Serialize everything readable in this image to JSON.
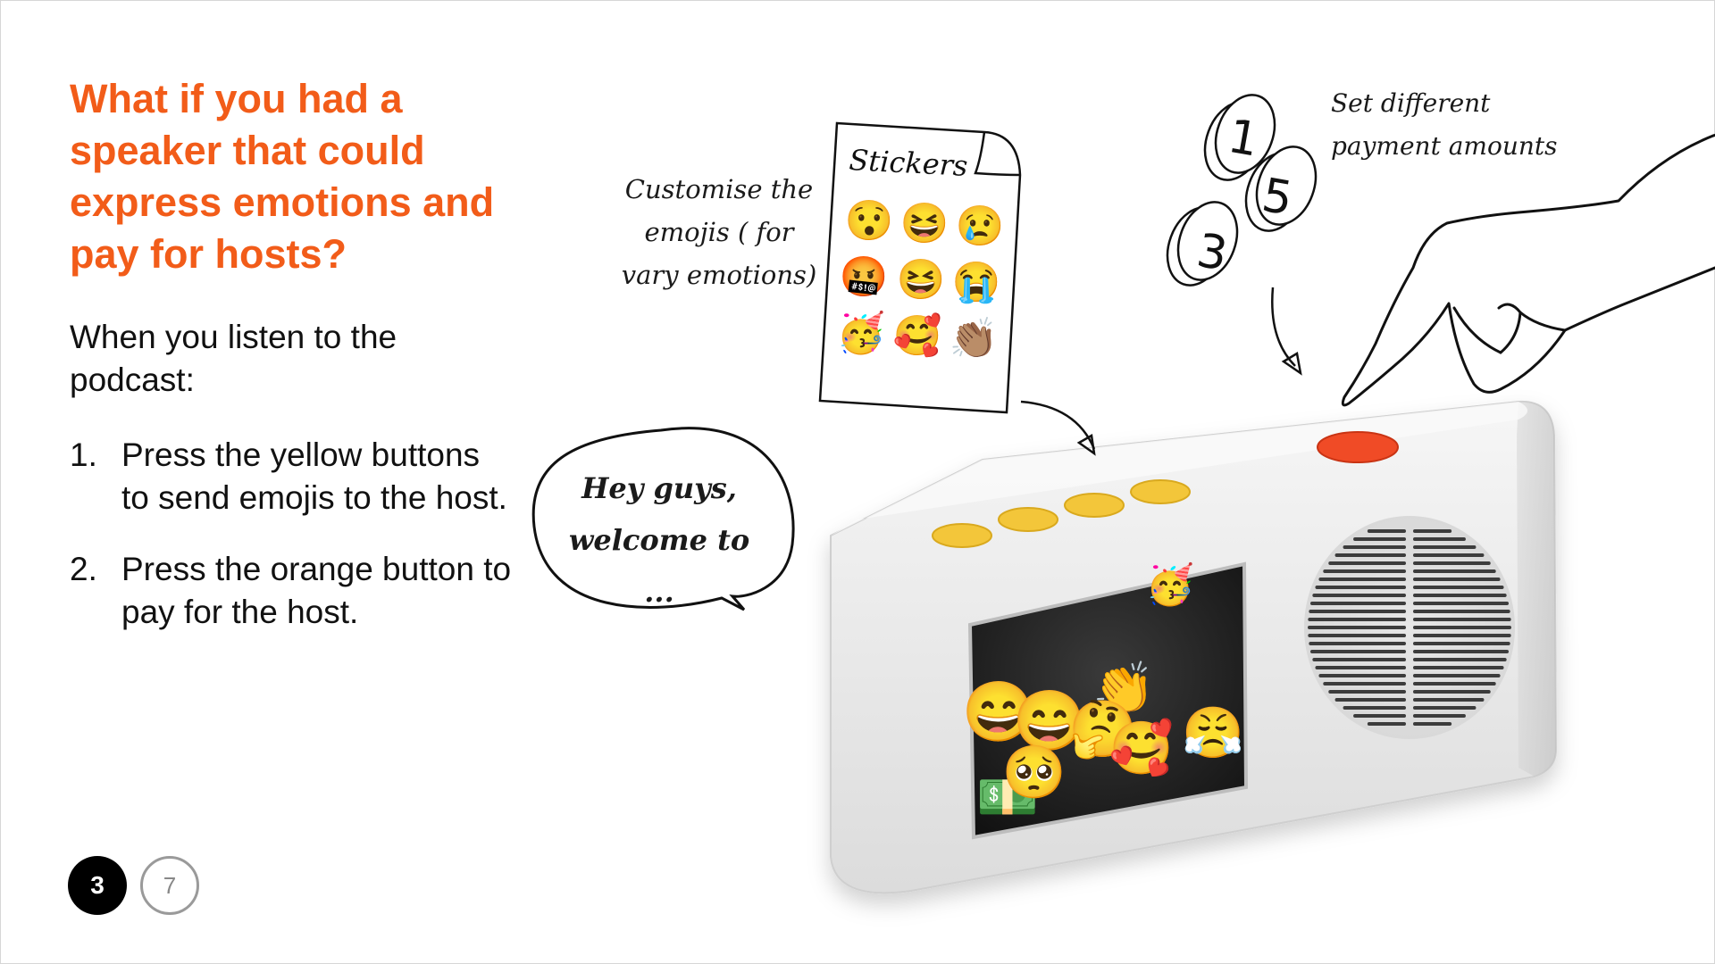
{
  "slide": {
    "title": "What if you had a speaker that could express emotions and pay for hosts?",
    "intro": "When you listen to the podcast:",
    "steps": [
      {
        "number": "1.",
        "text": "Press the yellow buttons to send emojis to the host."
      },
      {
        "number": "2.",
        "text": "Press the orange button to pay for the host."
      }
    ],
    "page_current": "3",
    "page_total": "7"
  },
  "illustration": {
    "emoji_note": "Customise the emojis ( for vary emotions)",
    "sticker_title": "Stickers",
    "stickers": [
      "😯",
      "😆",
      "😢",
      "🤬",
      "😆",
      "😭",
      "🥳",
      "🥰",
      "👏🏽"
    ],
    "payment_note": "Set different payment amounts",
    "coins": [
      "1",
      "5",
      "3"
    ],
    "speech": [
      "Hey guys,",
      "welcome to ..."
    ],
    "screen_emojis": [
      "🥳",
      "👏",
      "😄",
      "😄",
      "🤔",
      "🥰",
      "😤",
      "💵",
      "🥺"
    ],
    "colors": {
      "title_orange": "#f25c19",
      "yellow_button": "#f3c63a",
      "orange_button": "#f04b26",
      "device_body": "#ececec",
      "screen_bg": "#141414"
    }
  }
}
